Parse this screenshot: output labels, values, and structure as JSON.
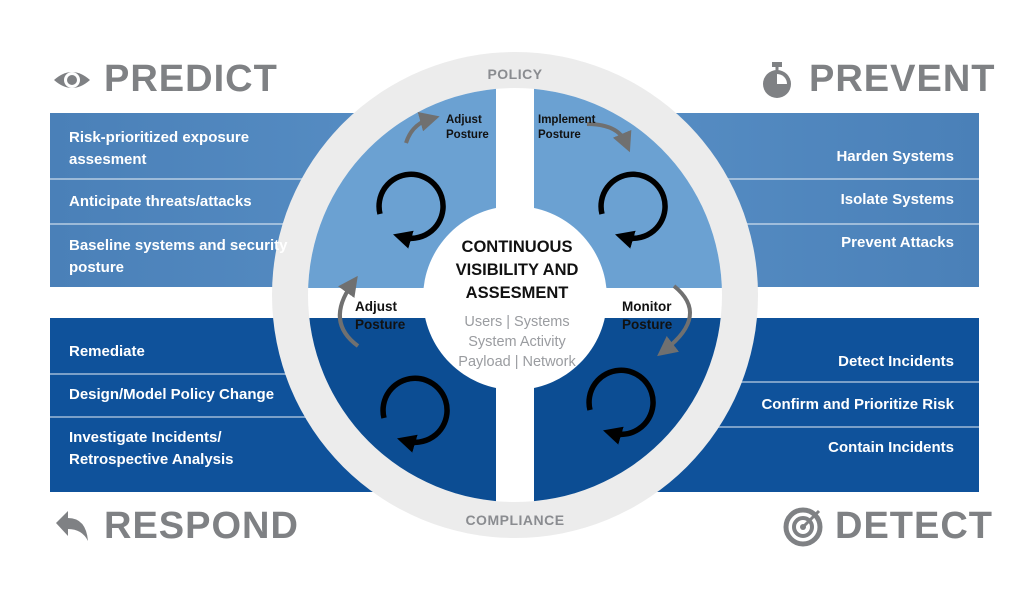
{
  "quadrants": {
    "predict": {
      "title": "PREDICT",
      "icon": "eye-icon",
      "items": [
        "Risk-prioritized exposure assesment",
        "Anticipate threats/attacks",
        "Baseline systems and security posture"
      ]
    },
    "prevent": {
      "title": "PREVENT",
      "icon": "stopwatch-icon",
      "items": [
        "Harden Systems",
        "Isolate Systems",
        "Prevent Attacks"
      ]
    },
    "respond": {
      "title": "RESPOND",
      "icon": "reply-arrow-icon",
      "items": [
        "Remediate",
        "Design/Model Policy Change",
        "Investigate Incidents/ Retrospective Analysis"
      ]
    },
    "detect": {
      "title": "DETECT",
      "icon": "target-icon",
      "items": [
        "Detect Incidents",
        "Confirm and Prioritize Risk",
        "Contain Incidents"
      ]
    }
  },
  "center": {
    "title_lines": [
      "CONTINUOUS",
      "VISIBILITY AND",
      "ASSESMENT"
    ],
    "sub_lines": [
      "Users | Systems",
      "System Activity",
      "Payload | Network"
    ]
  },
  "ring": {
    "top": "POLICY",
    "bottom": "COMPLIANCE"
  },
  "postures": {
    "top_left": [
      "Adjust",
      "Posture"
    ],
    "top_right": [
      "Implement",
      "Posture"
    ],
    "mid_left": [
      "Adjust",
      "Posture"
    ],
    "mid_right": [
      "Monitor",
      "Posture"
    ]
  },
  "colors": {
    "light_band": "#4f86bd",
    "light_quadrant": "#6ba1d2",
    "dark_band": "#0f529b",
    "dark_quadrant": "#0c4d93",
    "ring": "#ececec",
    "heading_gray": "#7f8184"
  }
}
